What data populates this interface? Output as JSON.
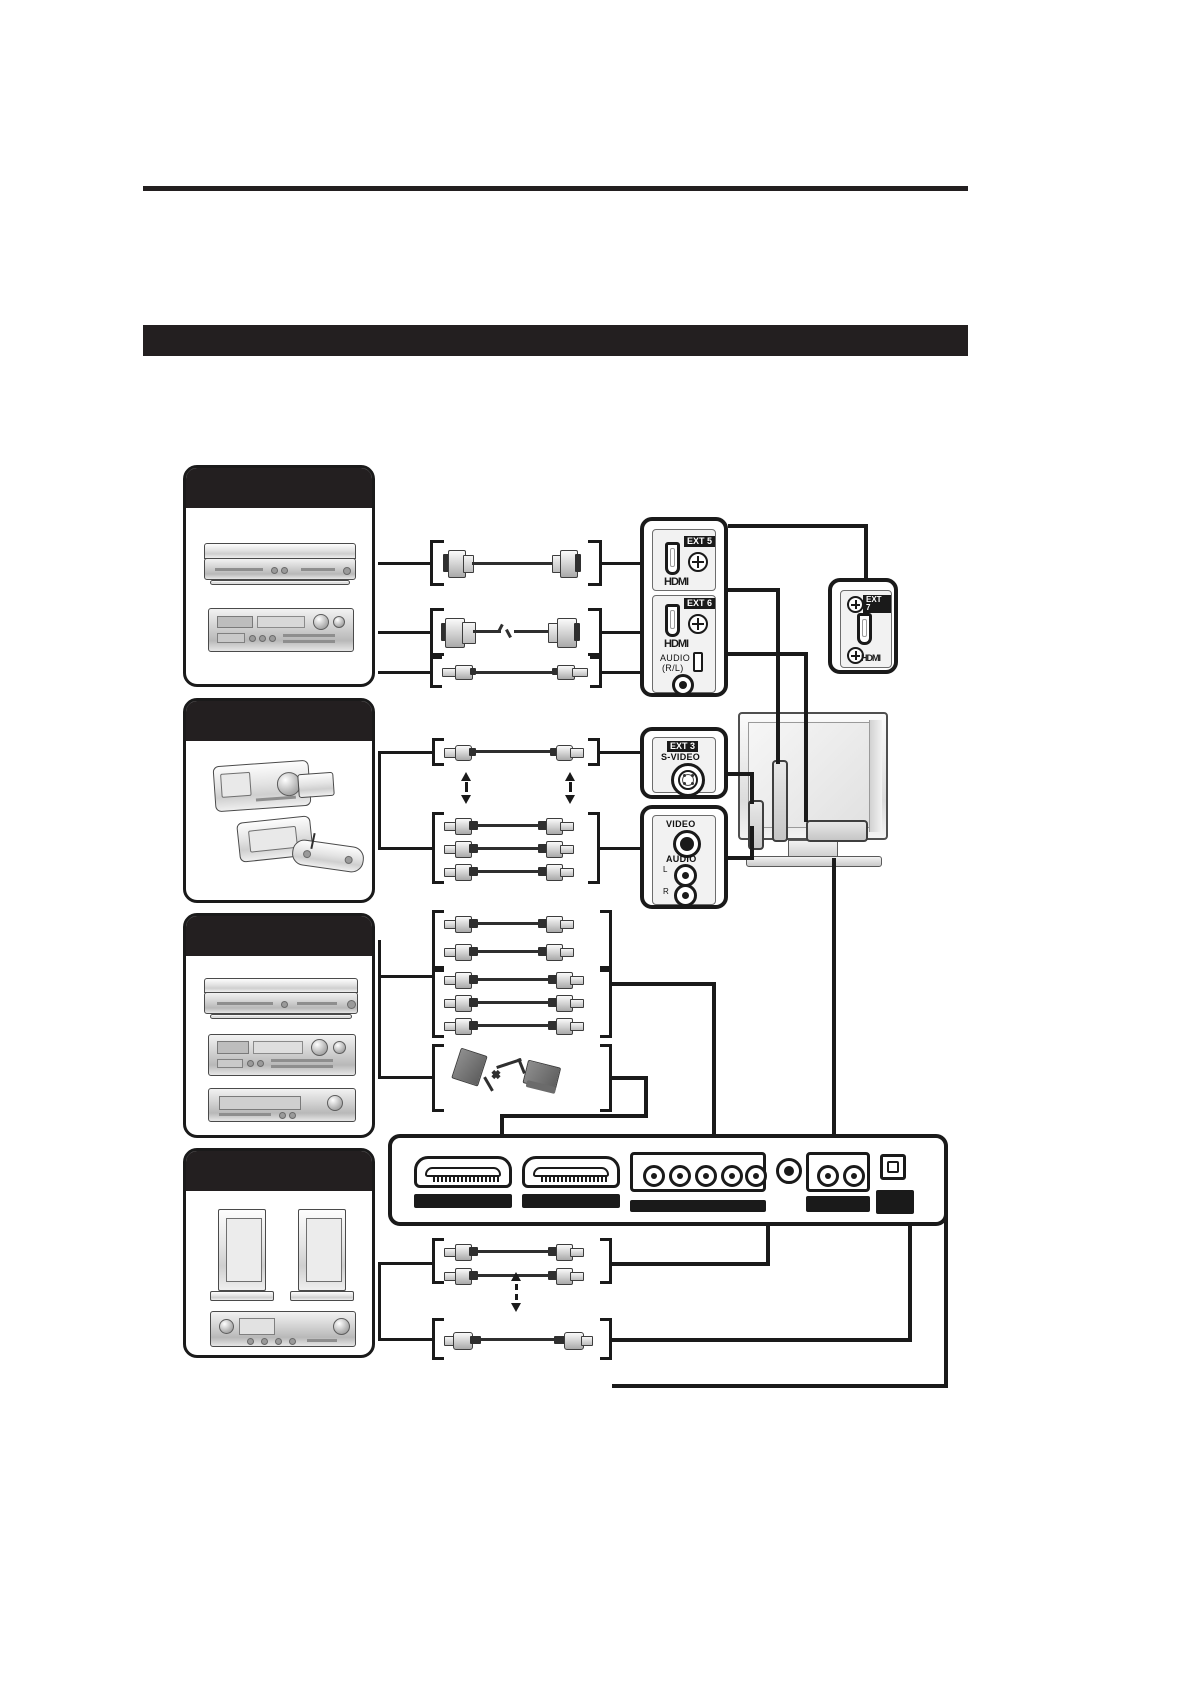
{
  "document": {
    "type": "av-connection-diagram",
    "title_bar_text": "",
    "section_bar_text": ""
  },
  "colors": {
    "ink": "#1a1a1a",
    "bar": "#231f20",
    "plate": "#f2f2f2",
    "metal": "#cfcfcf"
  },
  "source_panels": [
    {
      "id": "panel-hdmi-sources",
      "caption": "",
      "devices": [
        "dvd-recorder",
        "av-amplifier"
      ]
    },
    {
      "id": "panel-camcorder-game",
      "caption": "",
      "devices": [
        "camcorder",
        "game-console"
      ]
    },
    {
      "id": "panel-dvd-vcr",
      "caption": "",
      "devices": [
        "dvd-player",
        "av-receiver",
        "vcr"
      ]
    },
    {
      "id": "panel-speakers-amp",
      "caption": "",
      "devices": [
        "speaker-left",
        "speaker-right",
        "audio-amplifier"
      ]
    }
  ],
  "tv_connectors": {
    "rear_top": [
      {
        "name": "EXT 5",
        "label": "EXT 5",
        "type": "HDMI",
        "hdmi_text": "HDMI"
      },
      {
        "name": "EXT 6",
        "label": "EXT 6",
        "type": "HDMI",
        "hdmi_text": "HDMI",
        "audio_label_line1": "AUDIO",
        "audio_label_line2": "(R/L)"
      }
    ],
    "rear_middle": [
      {
        "name": "EXT 3",
        "label": "EXT 3",
        "type": "S-VIDEO",
        "sub_label": "S-VIDEO"
      }
    ],
    "rear_lower": [
      {
        "name": "VIDEO",
        "label": "VIDEO"
      },
      {
        "name": "AUDIO",
        "label": "AUDIO",
        "channel_left": "L",
        "channel_right": "R"
      }
    ],
    "side": [
      {
        "name": "EXT 7",
        "label": "EXT 7",
        "type": "HDMI",
        "hdmi_text": "HDMI"
      }
    ]
  },
  "rear_terminal_panel": {
    "scart_sockets": [
      {
        "name": "scart-ext-1"
      },
      {
        "name": "scart-ext-2"
      }
    ],
    "component_group": {
      "jack_count": 5
    },
    "antenna_group": {
      "jack_count": 1
    },
    "audio_out_group": {
      "jack_count": 2
    },
    "digital_audio_out": {
      "type": "optical"
    }
  },
  "cable_runs": [
    {
      "id": "hdmi-cable-ext5",
      "type": "HDMI-HDMI"
    },
    {
      "id": "dvi-hdmi-cable-ext6",
      "type": "DVI-HDMI"
    },
    {
      "id": "audio-cable-ext6",
      "type": "stereo-audio-minijack"
    },
    {
      "id": "svideo-cable-ext3",
      "type": "S-VIDEO"
    },
    {
      "id": "av-rca-cable-front",
      "type": "RCA-composite-audio"
    },
    {
      "id": "component-rca-cable",
      "type": "RCA-component-YPbPr"
    },
    {
      "id": "component-audio-rca-cable",
      "type": "RCA-audio"
    },
    {
      "id": "scart-cable",
      "type": "SCART-SCART"
    },
    {
      "id": "audio-out-rca-cable",
      "type": "RCA-audio"
    },
    {
      "id": "optical-digital-cable",
      "type": "optical-toslink"
    }
  ],
  "tv": {
    "name": "flat-panel-television",
    "brand_mark": "",
    "side_jack_panel": "side-input-panel",
    "front_jack_panel": "front-input-panel"
  }
}
